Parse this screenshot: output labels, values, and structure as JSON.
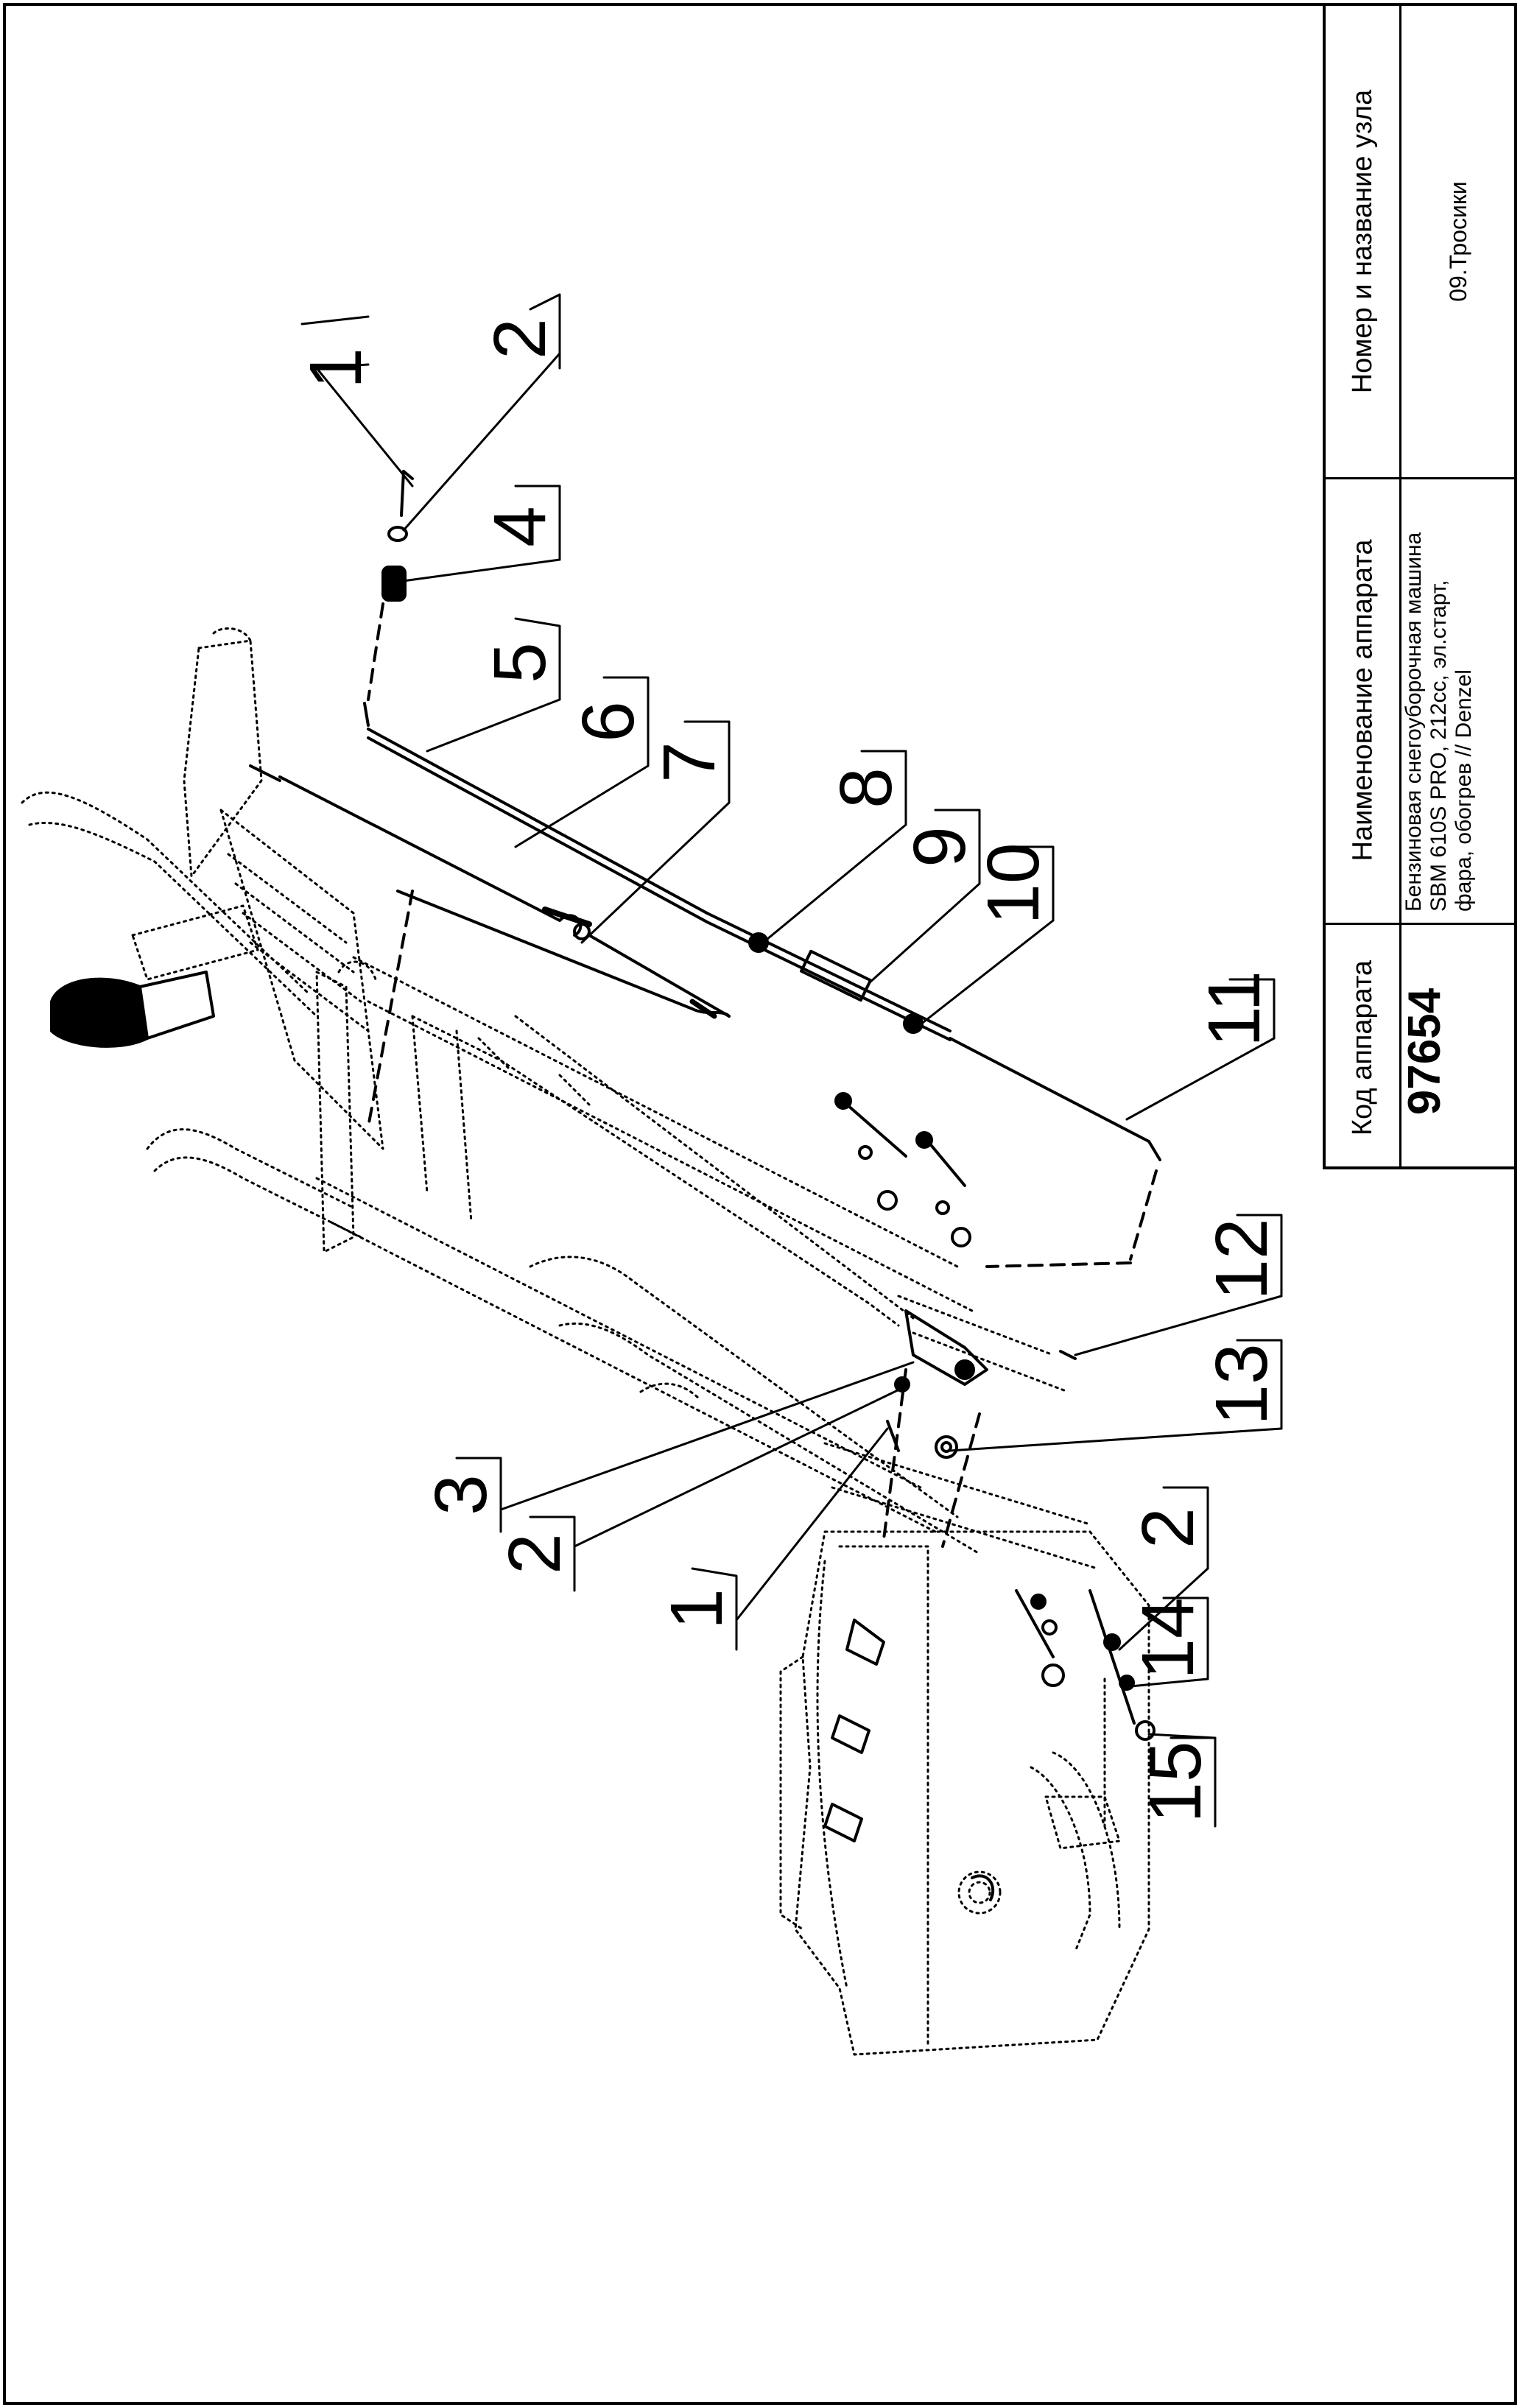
{
  "title_block": {
    "code_header": "Код аппарата",
    "code_value": "97654",
    "name_header": "Наименование аппарата",
    "name_value": "Бензиновая снегоуборочная машина\nSBM 610S PRO, 212cc, эл.старт,\nфара, обогрев // Denzel",
    "node_header": "Номер и название узла",
    "node_value": "09.Тросики"
  },
  "callouts": [
    "1",
    "2",
    "4",
    "5",
    "6",
    "7",
    "8",
    "9",
    "10",
    "11",
    "12",
    "13",
    "3",
    "2",
    "1",
    "2",
    "14",
    "15"
  ]
}
